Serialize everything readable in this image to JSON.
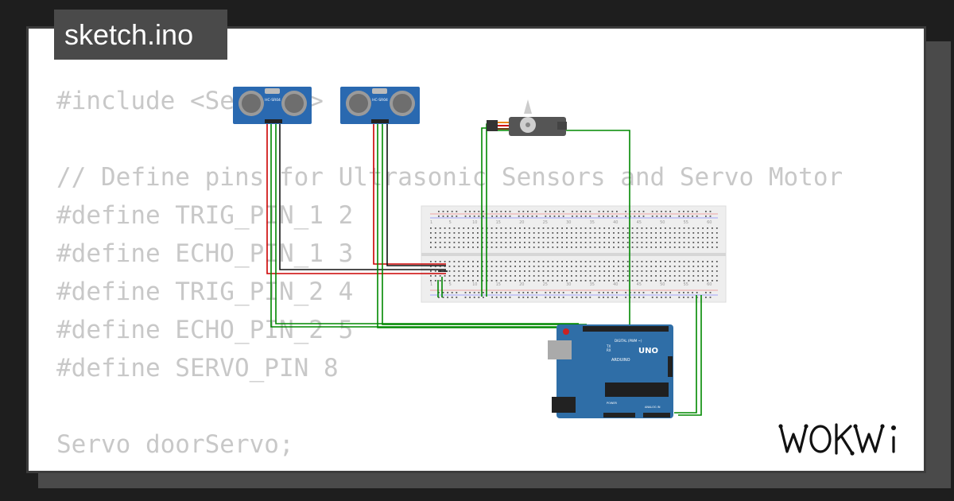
{
  "file_tab": {
    "label": "sketch.ino"
  },
  "code": {
    "lines": [
      "#include <Servo.h>",
      "",
      "// Define pins for Ultrasonic Sensors and Servo Motor",
      "#define TRIG_PIN_1 2",
      "#define ECHO_PIN_1 3",
      "#define TRIG_PIN_2 4",
      "#define ECHO_PIN_2 5",
      "#define SERVO_PIN 8",
      "",
      "Servo doorServo;"
    ]
  },
  "components": {
    "ultrasonic_1": {
      "label": "HC-SR04"
    },
    "ultrasonic_2": {
      "label": "HC-SR04"
    },
    "arduino": {
      "brand": "ARDUINO",
      "model": "UNO",
      "digital_label": "DIGITAL (PWM ~)",
      "analog_label": "ANALOG IN",
      "power_label": "POWER",
      "tx_label": "TX",
      "rx_label": "RX"
    },
    "breadboard": {
      "column_numbers": [
        "1",
        "5",
        "10",
        "15",
        "20",
        "25",
        "30",
        "35",
        "40",
        "45",
        "50",
        "55",
        "60"
      ]
    }
  },
  "brand": {
    "logo_text": "WOKWI"
  },
  "colors": {
    "background": "#1e1e1e",
    "card": "#ffffff",
    "tab": "#4a4a4a",
    "code_text": "#c8c8c8",
    "wire_green": "#008800",
    "wire_red": "#cc0000",
    "wire_black": "#111111",
    "board_blue": "#2f6ea7"
  }
}
